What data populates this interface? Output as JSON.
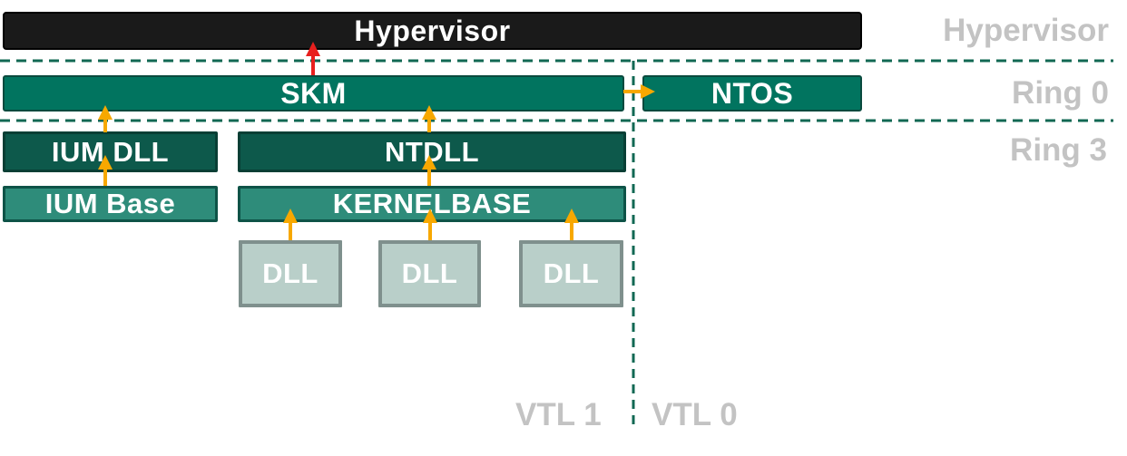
{
  "diagram": {
    "bars": {
      "hypervisor": "Hypervisor",
      "skm": "SKM",
      "ntos": "NTOS",
      "ium_dll": "IUM DLL",
      "ntdll": "NTDLL",
      "ium_base": "IUM Base",
      "kernelbase": "KERNELBASE",
      "dll_1": "DLL",
      "dll_2": "DLL",
      "dll_3": "DLL"
    },
    "zone_labels": {
      "hypervisor": "Hypervisor",
      "ring_0": "Ring 0",
      "ring_3": "Ring 3",
      "vtl_1": "VTL 1",
      "vtl_0": "VTL 0"
    },
    "arrows": [
      {
        "id": "skm-to-hypervisor",
        "from": "SKM",
        "to": "Hypervisor",
        "color": "#E8201E"
      },
      {
        "id": "skm-to-ntos",
        "from": "SKM",
        "to": "NTOS",
        "color": "#F7A800"
      },
      {
        "id": "ium-dll-to-skm",
        "from": "IUM DLL",
        "to": "SKM",
        "color": "#F7A800"
      },
      {
        "id": "ntdll-to-skm",
        "from": "NTDLL",
        "to": "SKM",
        "color": "#F7A800"
      },
      {
        "id": "ium-base-to-ium-dll",
        "from": "IUM Base",
        "to": "IUM DLL",
        "color": "#F7A800"
      },
      {
        "id": "kernelbase-to-ntdll",
        "from": "KERNELBASE",
        "to": "NTDLL",
        "color": "#F7A800"
      },
      {
        "id": "dll1-to-kernelbase",
        "from": "DLL",
        "to": "KERNELBASE",
        "color": "#F7A800"
      },
      {
        "id": "dll2-to-kernelbase",
        "from": "DLL",
        "to": "KERNELBASE",
        "color": "#F7A800"
      },
      {
        "id": "dll3-to-kernelbase",
        "from": "DLL",
        "to": "KERNELBASE",
        "color": "#F7A800"
      }
    ],
    "colors": {
      "hypervisor_bar": "#1A1A1A",
      "ring0_fill": "#01745F",
      "ring3_dark_fill": "#0D594B",
      "ring3_light_fill": "#2E8C7A",
      "dll_fill": "#B9CFC9",
      "dll_border": "#7F908D",
      "divider_dash": "#116853",
      "zone_label_gray": "#C3C3C3",
      "arrow_yellow": "#F7A800",
      "arrow_red": "#E8201E"
    }
  }
}
